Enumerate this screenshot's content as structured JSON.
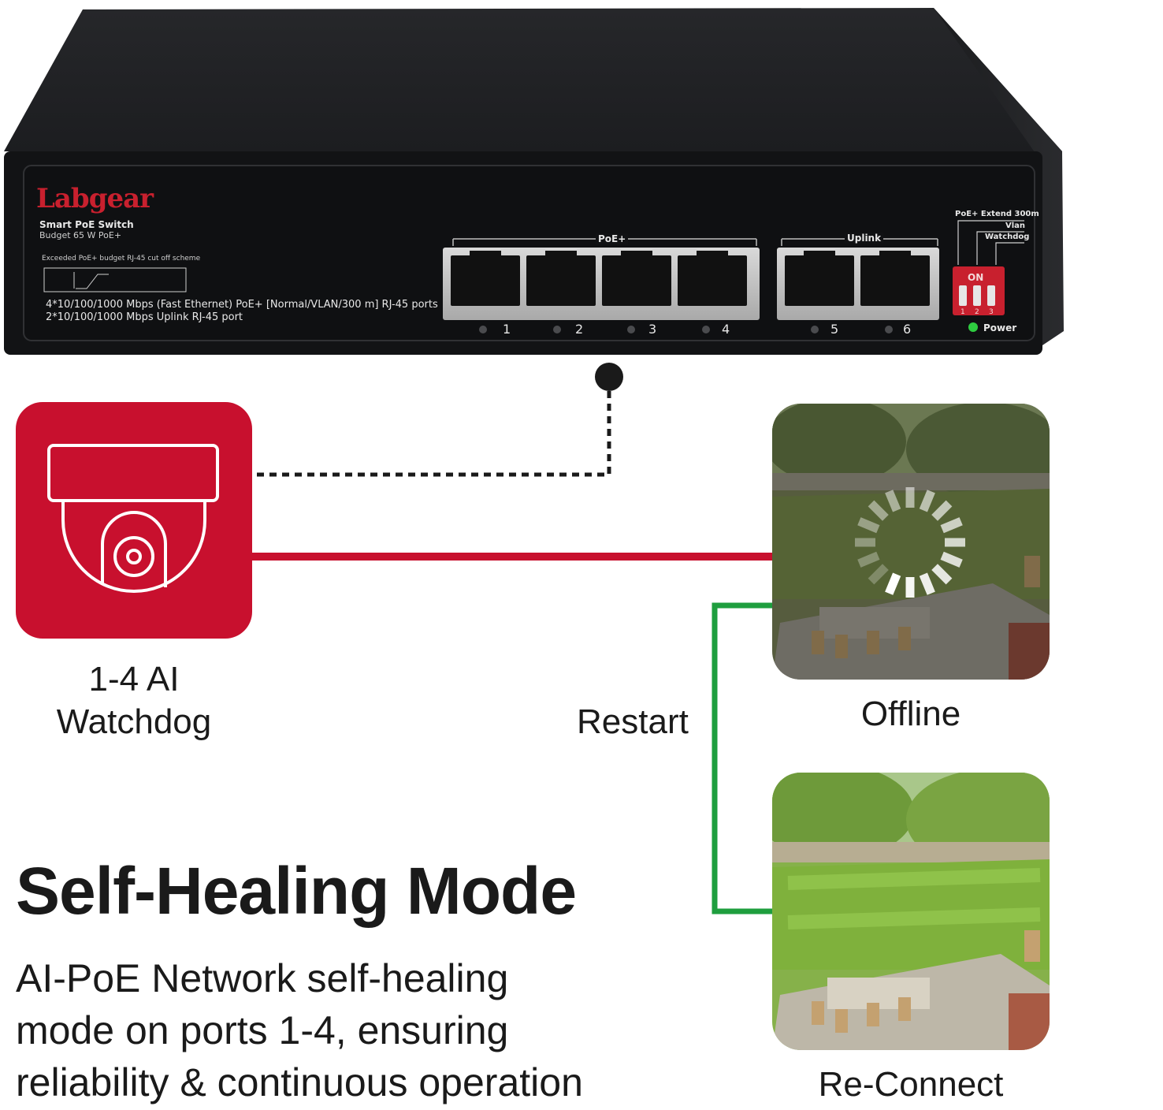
{
  "switch": {
    "brand": "Labgear",
    "model": "Smart PoE Switch",
    "budget": "Budget 65 W PoE+",
    "scheme_label": "Exceeded PoE+ budget RJ-45 cut off scheme",
    "spec_line_1": "4*10/100/1000 Mbps (Fast Ethernet) PoE+ [Normal/VLAN/300 m] RJ-45 ports",
    "spec_line_2": "2*10/100/1000 Mbps Uplink RJ-45 port",
    "group_poe": "PoE+",
    "group_uplink": "Uplink",
    "ports": [
      "1",
      "2",
      "3",
      "4",
      "5",
      "6"
    ],
    "dip_labels": [
      "PoE+ Extend 300m",
      "Vlan",
      "Watchdog"
    ],
    "dip_on": "ON",
    "power_label": "Power",
    "colors": {
      "body": "#18191b",
      "brand": "#c8202e",
      "power_led": "#2ecc40"
    }
  },
  "diagram": {
    "camera_label_line1": "1-4 AI",
    "camera_label_line2": "Watchdog",
    "restart_label": "Restart",
    "offline_label": "Offline",
    "reconnect_label": "Re-Connect",
    "colors": {
      "camera_tile": "#c8102e",
      "red_link": "#c8102e",
      "green_link": "#1e9e3e",
      "dotted": "#1a1a1a"
    }
  },
  "headline": {
    "title": "Self-Healing Mode",
    "desc_line_1": "AI-PoE Network self-healing",
    "desc_line_2": "mode on ports 1-4, ensuring",
    "desc_line_3": "reliability & continuous operation"
  }
}
